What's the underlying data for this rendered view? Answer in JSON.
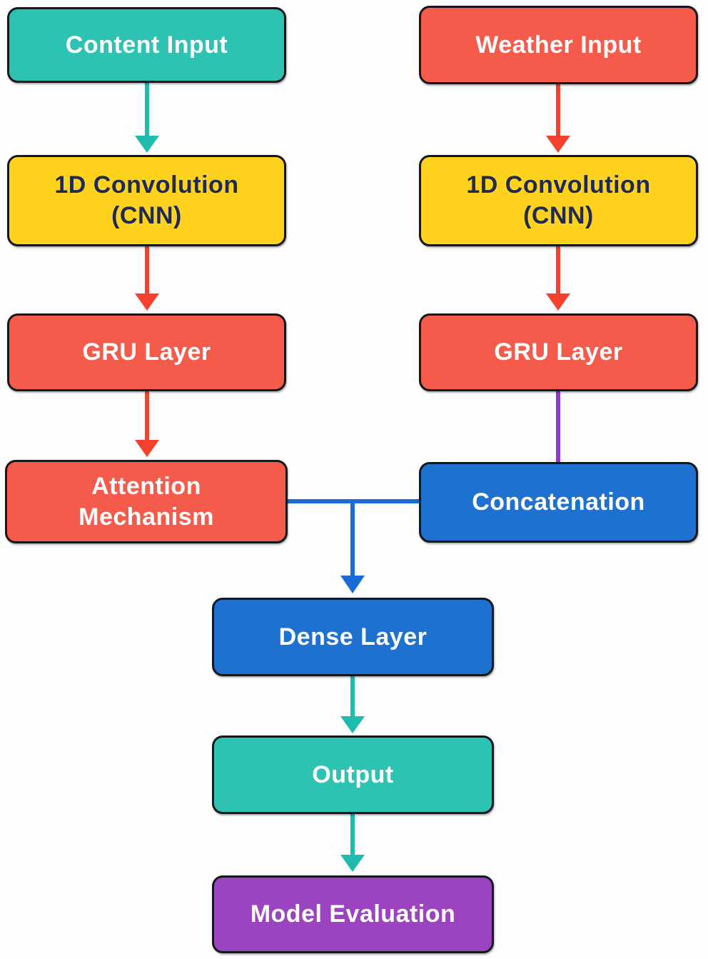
{
  "diagram": {
    "type": "flowchart",
    "description_visible_text_only": "Two input branches (Content, Weather) each pass through 1D Convolution (CNN) and GRU Layer; left branch goes to Attention Mechanism, right branch to Concatenation; both merge into Dense Layer, then Output, then Model Evaluation."
  },
  "colors": {
    "teal_box": "#2EC2B3",
    "teal_arrow": "#1FBCAE",
    "salmon_box": "#F45B4A",
    "red_arrow": "#F4402C",
    "yellow_box": "#FFD21D",
    "navy_text": "#1F2B55",
    "blue_box": "#1E71CE",
    "blue_line": "#1A6BD5",
    "purple_box": "#9C44C0",
    "purple_line": "#9138D2",
    "white_text": "#FFFFFF",
    "border": "#14171C",
    "background": "#FEFEFE"
  },
  "nodes": {
    "content_input": {
      "lines": [
        "Content Input"
      ],
      "bg": "#2EC2B3",
      "fg": "#FFFFFF"
    },
    "weather_input": {
      "lines": [
        "Weather Input"
      ],
      "bg": "#F45B4A",
      "fg": "#FFFFFF"
    },
    "conv_left": {
      "lines": [
        "1D Convolution",
        "(CNN)"
      ],
      "bg": "#FFD21D",
      "fg": "#1F2B55"
    },
    "conv_right": {
      "lines": [
        "1D Convolution",
        "(CNN)"
      ],
      "bg": "#FFD21D",
      "fg": "#1F2B55"
    },
    "gru_left": {
      "lines": [
        "GRU Layer"
      ],
      "bg": "#F45B4A",
      "fg": "#FFFFFF"
    },
    "gru_right": {
      "lines": [
        "GRU Layer"
      ],
      "bg": "#F45B4A",
      "fg": "#FFFFFF"
    },
    "attention": {
      "lines": [
        "Attention",
        "Mechanism"
      ],
      "bg": "#F45B4A",
      "fg": "#FFFFFF"
    },
    "concatenation": {
      "lines": [
        "Concatenation"
      ],
      "bg": "#1E71CE",
      "fg": "#FFFFFF"
    },
    "dense": {
      "lines": [
        "Dense Layer"
      ],
      "bg": "#1E71CE",
      "fg": "#FFFFFF"
    },
    "output": {
      "lines": [
        "Output"
      ],
      "bg": "#2EC2B3",
      "fg": "#FFFFFF"
    },
    "model_evaluation": {
      "lines": [
        "Model Evaluation"
      ],
      "bg": "#9C44C0",
      "fg": "#FFFFFF"
    }
  },
  "edges": [
    {
      "from": "content_input",
      "to": "conv_left",
      "color": "teal_arrow",
      "arrowhead": true
    },
    {
      "from": "weather_input",
      "to": "conv_right",
      "color": "red_arrow",
      "arrowhead": true
    },
    {
      "from": "conv_left",
      "to": "gru_left",
      "color": "red_arrow",
      "arrowhead": true
    },
    {
      "from": "conv_right",
      "to": "gru_right",
      "color": "red_arrow",
      "arrowhead": true
    },
    {
      "from": "gru_left",
      "to": "attention",
      "color": "red_arrow",
      "arrowhead": true
    },
    {
      "from": "gru_right",
      "to": "concatenation",
      "color": "purple_line",
      "arrowhead": false
    },
    {
      "from": "attention",
      "to": "dense",
      "color": "blue_line",
      "arrowhead": true
    },
    {
      "from": "concatenation",
      "to": "dense",
      "color": "blue_line",
      "arrowhead": true
    },
    {
      "from": "dense",
      "to": "output",
      "color": "teal_arrow",
      "arrowhead": true
    },
    {
      "from": "output",
      "to": "model_evaluation",
      "color": "teal_arrow",
      "arrowhead": true
    }
  ]
}
